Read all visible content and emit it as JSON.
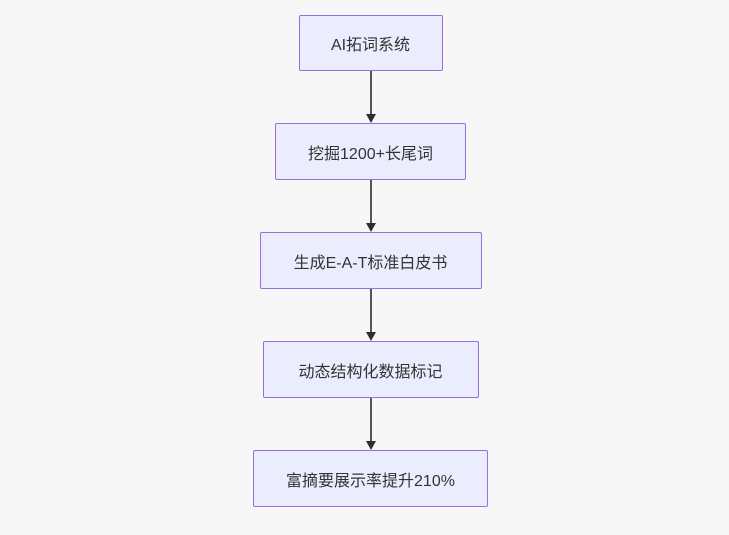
{
  "diagram": {
    "type": "flowchart",
    "direction": "top-down",
    "steps": [
      {
        "label": "AI拓词系统"
      },
      {
        "label": "挖掘1200+长尾词"
      },
      {
        "label": "生成E-A-T标准白皮书"
      },
      {
        "label": "动态结构化数据标记"
      },
      {
        "label": "富摘要展示率提升210%"
      }
    ],
    "colors": {
      "node_fill": "#ECECFF",
      "node_border": "#9370DB",
      "arrow_line": "#555555",
      "arrowhead": "#2e2e2e",
      "text": "#333333",
      "background": "#f7f7f7"
    }
  }
}
